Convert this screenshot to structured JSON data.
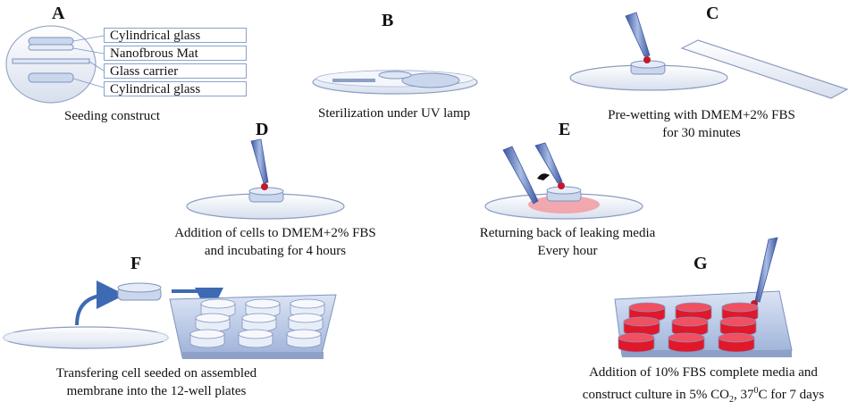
{
  "panels": {
    "a": {
      "letter": "A",
      "legend": [
        "Cylindrical glass",
        "Nanofbrous Mat",
        "Glass carrier",
        "Cylindrical glass"
      ],
      "caption": "Seeding construct"
    },
    "b": {
      "letter": "B",
      "caption": "Sterilization  under UV lamp"
    },
    "c": {
      "letter": "C",
      "caption_line1": "Pre-wetting  with DMEM+2% FBS",
      "caption_line2": "for 30 minutes"
    },
    "d": {
      "letter": "D",
      "caption_line1": "Addition  of cells to DMEM+2%  FBS",
      "caption_line2": "and incubating  for 4 hours"
    },
    "e": {
      "letter": "E",
      "caption_line1": "Returning  back of leaking media",
      "caption_line2": "Every hour"
    },
    "f": {
      "letter": "F",
      "caption_line1": "Transfering cell seeded on assembled",
      "caption_line2": "membrane  into the 12-well plates"
    },
    "g": {
      "letter": "G",
      "caption_line1": "Addition  of 10% FBS complete media and",
      "caption_line2_pre": "construct culture in 5% CO",
      "caption_line2_sub": "2",
      "caption_line2_mid": ", 37",
      "caption_line2_sup": "0",
      "caption_line2_post": "C for 7 days"
    }
  },
  "colors": {
    "glass": "#c9d6ec",
    "glass_stroke": "#7f93bf",
    "media_red": "#e0182a",
    "leak_pink": "#f2a0a6",
    "pipette": "#5f78b3",
    "arrow": "#3e69b3"
  }
}
